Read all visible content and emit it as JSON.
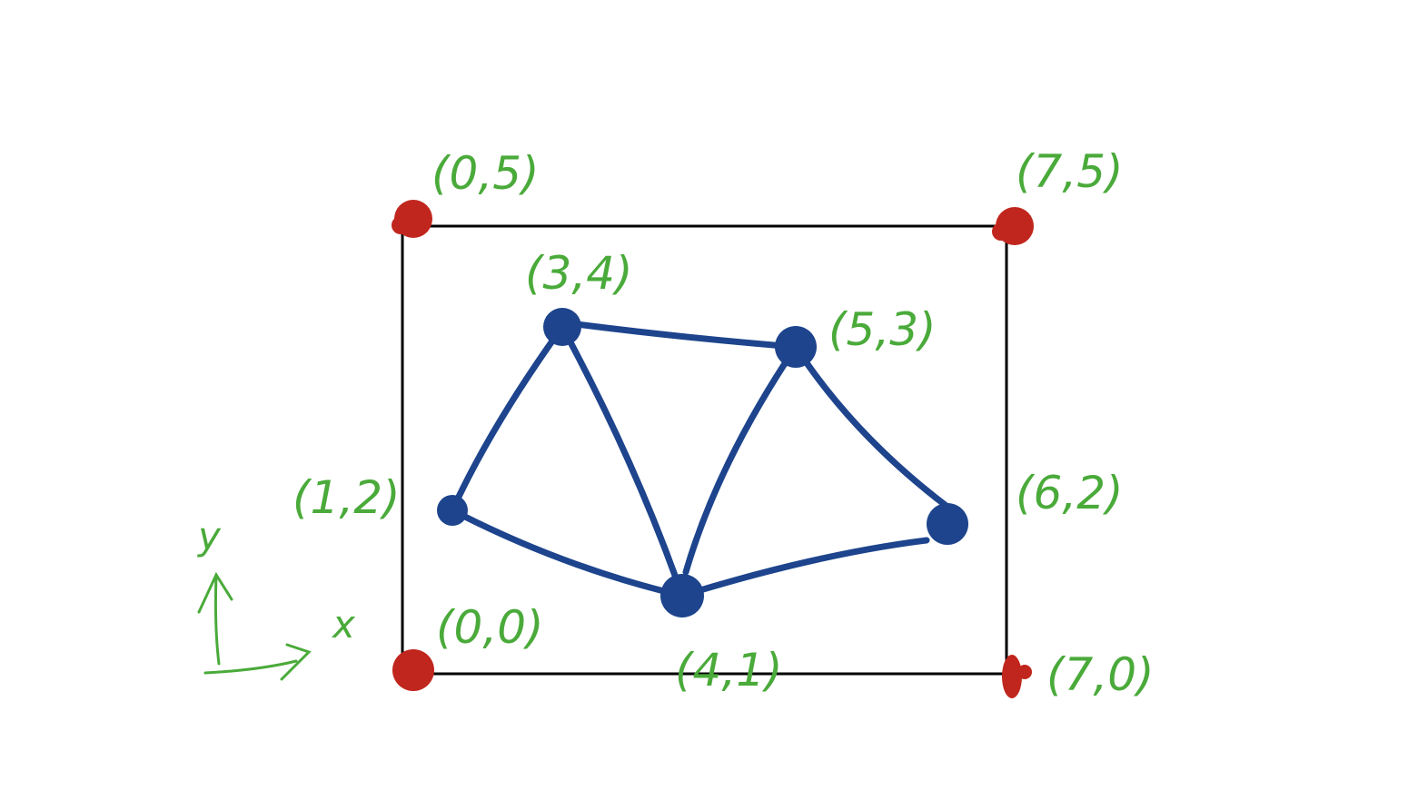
{
  "colors": {
    "frame": "#000000",
    "corner_node": "#c0261d",
    "graph_node": "#1d448c",
    "graph_edge": "#1d448c",
    "annotation": "#4aaa3a"
  },
  "corners": [
    {
      "id": "top-left",
      "label": "(0,5)"
    },
    {
      "id": "top-right",
      "label": "(7,5)"
    },
    {
      "id": "bottom-left",
      "label": "(0,0)"
    },
    {
      "id": "bottom-right",
      "label": "(7,0)"
    }
  ],
  "nodes": [
    {
      "id": "a",
      "label": "(3,4)"
    },
    {
      "id": "b",
      "label": "(5,3)"
    },
    {
      "id": "c",
      "label": "(1,2)"
    },
    {
      "id": "d",
      "label": "(6,2)"
    },
    {
      "id": "e",
      "label": "(4,1)"
    }
  ],
  "edges": [
    [
      "a",
      "b"
    ],
    [
      "a",
      "c"
    ],
    [
      "a",
      "e"
    ],
    [
      "b",
      "e"
    ],
    [
      "b",
      "d"
    ],
    [
      "c",
      "e"
    ],
    [
      "e",
      "d"
    ]
  ],
  "axes": {
    "x_label": "x",
    "y_label": "y"
  }
}
